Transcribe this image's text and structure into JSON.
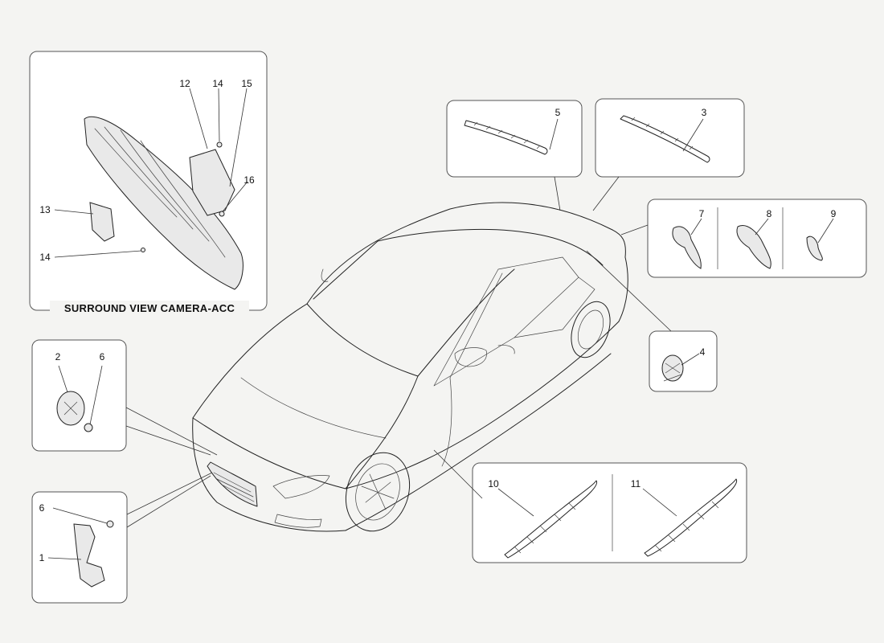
{
  "diagram": {
    "inset_caption": "SURROUND VIEW CAMERA-ACC",
    "callouts": {
      "c1": "1",
      "c2": "2",
      "c3": "3",
      "c4": "4",
      "c5": "5",
      "c6a": "6",
      "c6b": "6",
      "c7": "7",
      "c8": "8",
      "c9": "9",
      "c10": "10",
      "c11": "11",
      "c12": "12",
      "c13": "13",
      "c14a": "14",
      "c14b": "14",
      "c15": "15",
      "c16": "16"
    }
  }
}
